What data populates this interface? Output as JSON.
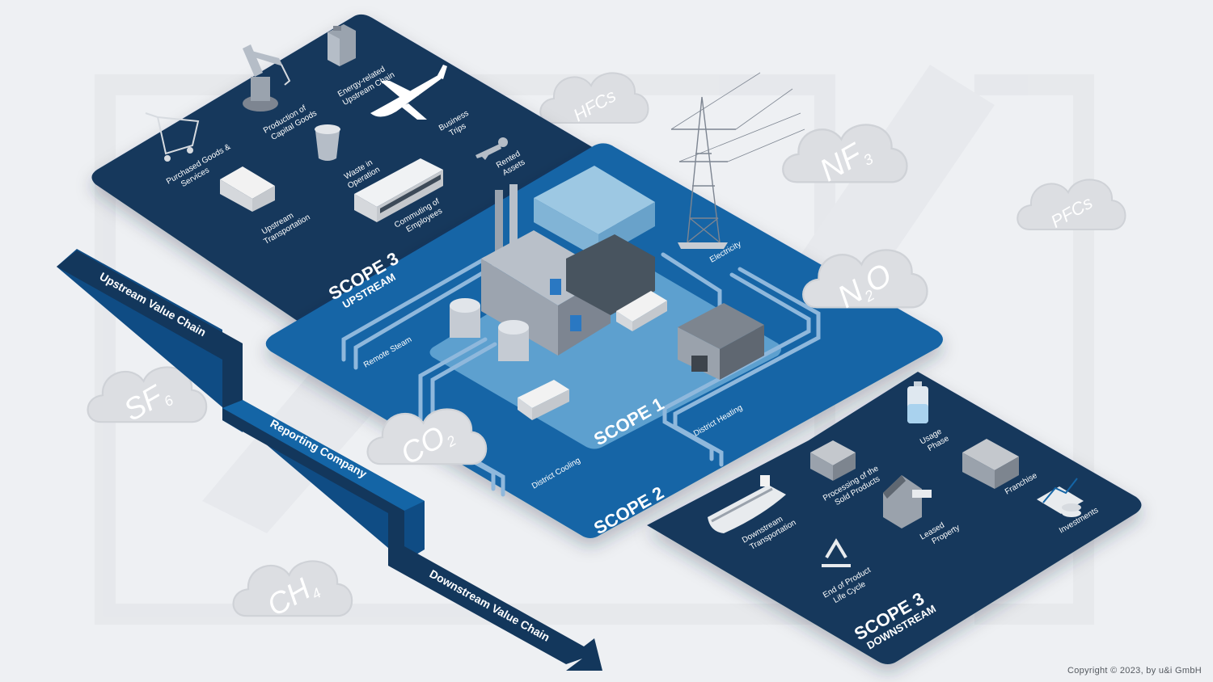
{
  "upstream": {
    "scope": "SCOPE 3",
    "sub": "UPSTREAM",
    "items": [
      {
        "id": "purchased",
        "line1": "Purchased Goods &",
        "line2": "Services"
      },
      {
        "id": "capital",
        "line1": "Production of",
        "line2": "Capital Goods"
      },
      {
        "id": "energy",
        "line1": "Energy-related",
        "line2": "Upstream Chain"
      },
      {
        "id": "waste",
        "line1": "Waste in",
        "line2": "Operation"
      },
      {
        "id": "business",
        "line1": "Business",
        "line2": "Trips"
      },
      {
        "id": "rented",
        "line1": "Rented",
        "line2": "Assets"
      },
      {
        "id": "upstream_transport",
        "line1": "Upstream",
        "line2": "Transportation"
      },
      {
        "id": "commuting",
        "line1": "Commuting of",
        "line2": "Employees"
      }
    ]
  },
  "scope2": {
    "scope": "SCOPE 2",
    "items": {
      "remote_steam": "Remote Steam",
      "electricity": "Electricity",
      "district_heating": "District Heating",
      "district_cooling": "District Cooling"
    }
  },
  "scope1": {
    "scope": "SCOPE 1"
  },
  "downstream": {
    "scope": "SCOPE 3",
    "sub": "DOWNSTREAM",
    "items": [
      {
        "id": "usage",
        "line1": "Usage",
        "line2": "Phase"
      },
      {
        "id": "processing",
        "line1": "Processing of the",
        "line2": "Sold Products"
      },
      {
        "id": "franchise",
        "line1": "Franchise",
        "line2": ""
      },
      {
        "id": "downstream_transport",
        "line1": "Downstream",
        "line2": "Transportation"
      },
      {
        "id": "leased",
        "line1": "Leased",
        "line2": "Property"
      },
      {
        "id": "investments",
        "line1": "Investments",
        "line2": ""
      },
      {
        "id": "eol",
        "line1": "End of Product",
        "line2": "Life Cycle"
      }
    ]
  },
  "chain": {
    "upstream": "Upstream Value Chain",
    "reporting": "Reporting Company",
    "downstream": "Downstream Value Chain"
  },
  "gases": {
    "hfc": "HFCs",
    "nf3_base": "NF",
    "nf3_sub": "3",
    "pfc": "PFCs",
    "n2o_a": "N",
    "n2o_sub": "2",
    "n2o_b": "O",
    "sf6_base": "SF",
    "sf6_sub": "6",
    "co2_base": "CO",
    "co2_sub": "2",
    "ch4_base": "CH",
    "ch4_sub": "4"
  },
  "copyright": "Copyright © 2023, by u&i GmbH",
  "colors": {
    "navy": "#13375c",
    "scope2_blue": "#1465a6",
    "scope1_light": "#6aaad6",
    "cloud": "#dcdee2",
    "background": "#eef0f3"
  }
}
